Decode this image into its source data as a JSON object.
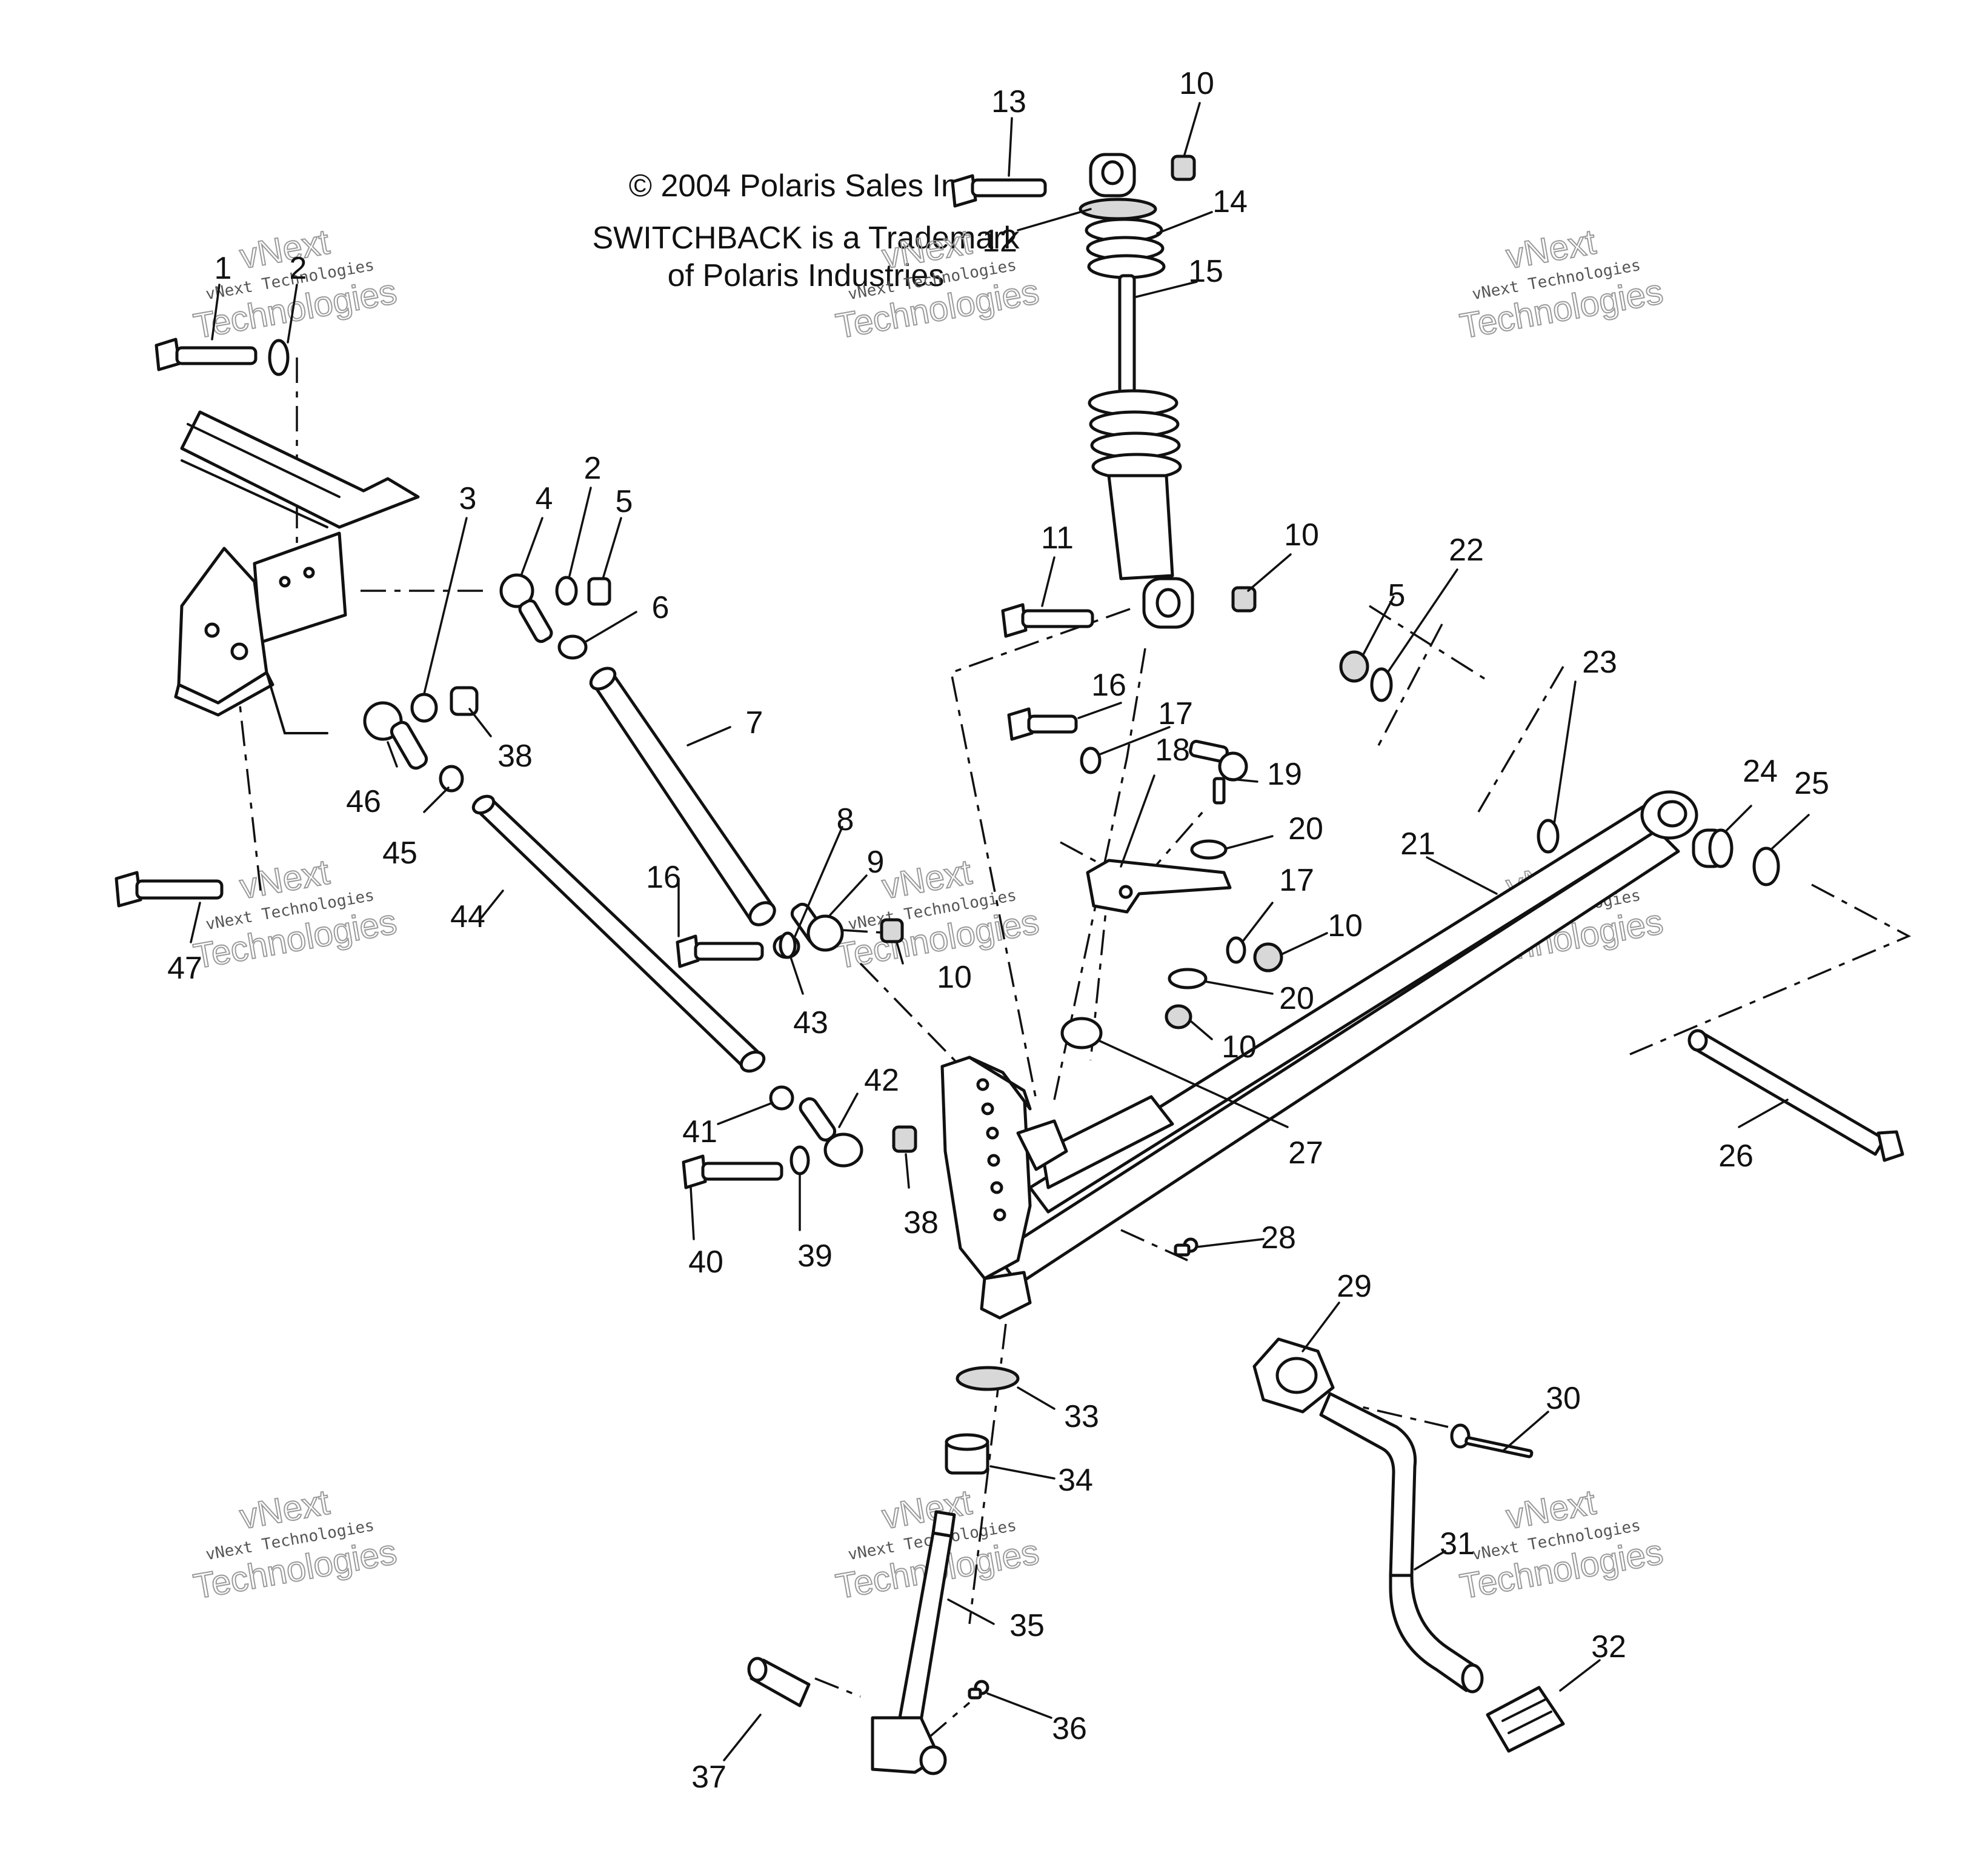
{
  "copyright": {
    "line1": "© 2004 Polaris Sales Inc.",
    "line2": "SWITCHBACK is a Trademark",
    "line3": "of Polaris Industries"
  },
  "watermark": {
    "top": "vNext",
    "middle": "vNext Technologies",
    "bottom": "Technologies"
  },
  "callouts": [
    {
      "id": "c1",
      "text": "1"
    },
    {
      "id": "c2a",
      "text": "2"
    },
    {
      "id": "c2b",
      "text": "2"
    },
    {
      "id": "c3",
      "text": "3"
    },
    {
      "id": "c4",
      "text": "4"
    },
    {
      "id": "c5a",
      "text": "5"
    },
    {
      "id": "c5b",
      "text": "5"
    },
    {
      "id": "c6",
      "text": "6"
    },
    {
      "id": "c7",
      "text": "7"
    },
    {
      "id": "c8",
      "text": "8"
    },
    {
      "id": "c9",
      "text": "9"
    },
    {
      "id": "c10a",
      "text": "10"
    },
    {
      "id": "c10b",
      "text": "10"
    },
    {
      "id": "c10c",
      "text": "10"
    },
    {
      "id": "c10d",
      "text": "10"
    },
    {
      "id": "c10e",
      "text": "10"
    },
    {
      "id": "c11",
      "text": "11"
    },
    {
      "id": "c12",
      "text": "12"
    },
    {
      "id": "c13",
      "text": "13"
    },
    {
      "id": "c14",
      "text": "14"
    },
    {
      "id": "c15",
      "text": "15"
    },
    {
      "id": "c16a",
      "text": "16"
    },
    {
      "id": "c16b",
      "text": "16"
    },
    {
      "id": "c17a",
      "text": "17"
    },
    {
      "id": "c17b",
      "text": "17"
    },
    {
      "id": "c18",
      "text": "18"
    },
    {
      "id": "c19",
      "text": "19"
    },
    {
      "id": "c20a",
      "text": "20"
    },
    {
      "id": "c20b",
      "text": "20"
    },
    {
      "id": "c21",
      "text": "21"
    },
    {
      "id": "c22",
      "text": "22"
    },
    {
      "id": "c23",
      "text": "23"
    },
    {
      "id": "c24",
      "text": "24"
    },
    {
      "id": "c25",
      "text": "25"
    },
    {
      "id": "c26",
      "text": "26"
    },
    {
      "id": "c27",
      "text": "27"
    },
    {
      "id": "c28",
      "text": "28"
    },
    {
      "id": "c29",
      "text": "29"
    },
    {
      "id": "c30",
      "text": "30"
    },
    {
      "id": "c31",
      "text": "31"
    },
    {
      "id": "c32",
      "text": "32"
    },
    {
      "id": "c33",
      "text": "33"
    },
    {
      "id": "c34",
      "text": "34"
    },
    {
      "id": "c35",
      "text": "35"
    },
    {
      "id": "c36",
      "text": "36"
    },
    {
      "id": "c37",
      "text": "37"
    },
    {
      "id": "c38a",
      "text": "38"
    },
    {
      "id": "c38b",
      "text": "38"
    },
    {
      "id": "c39",
      "text": "39"
    },
    {
      "id": "c40",
      "text": "40"
    },
    {
      "id": "c41",
      "text": "41"
    },
    {
      "id": "c42",
      "text": "42"
    },
    {
      "id": "c43",
      "text": "43"
    },
    {
      "id": "c44",
      "text": "44"
    },
    {
      "id": "c45",
      "text": "45"
    },
    {
      "id": "c46",
      "text": "46"
    },
    {
      "id": "c47",
      "text": "47"
    }
  ]
}
